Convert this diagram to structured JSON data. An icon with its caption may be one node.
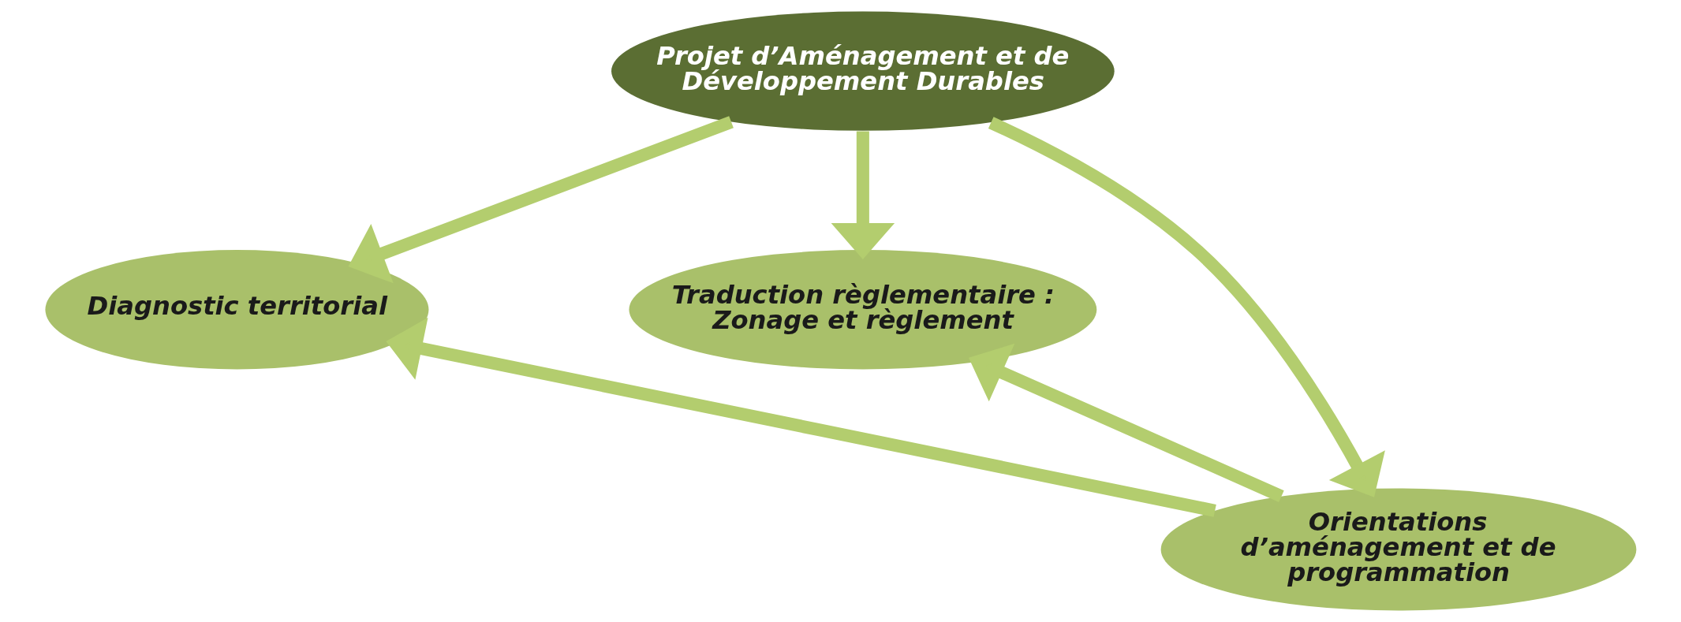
{
  "diagram": {
    "nodes": [
      {
        "text": [
          "Projet d’Aménagement et de Développement Durables"
        ]
      },
      {
        "text": [
          "Diagnostic territorial"
        ]
      },
      {
        "text": [
          "Traduction règlementaire : Zonage et règlement"
        ]
      },
      {
        "text": [
          "Orientations d’aménagement et de programmation"
        ]
      }
    ],
    "edges": [
      {
        "from": 0,
        "to": 1,
        "arrow": "to"
      },
      {
        "from": 0,
        "to": 2,
        "arrow": "to"
      },
      {
        "from": 0,
        "to": 3,
        "arrow": "to"
      },
      {
        "from": 3,
        "to": 1,
        "arrow": "to"
      },
      {
        "from": 3,
        "to": 2,
        "arrow": "to"
      }
    ]
  }
}
